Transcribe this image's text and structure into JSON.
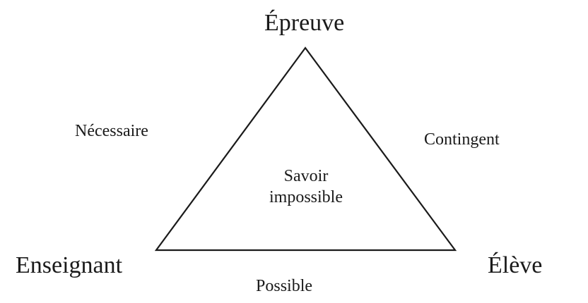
{
  "diagram": {
    "vertices": {
      "top": "Épreuve",
      "left": "Enseignant",
      "right": "Élève"
    },
    "edges": {
      "left": "Nécessaire",
      "right": "Contingent",
      "bottom": "Possible"
    },
    "center": {
      "line1": "Savoir",
      "line2": "impossible"
    },
    "colors": {
      "stroke": "#1a1a1a",
      "text": "#1a1a1a",
      "background": "#ffffff"
    }
  }
}
